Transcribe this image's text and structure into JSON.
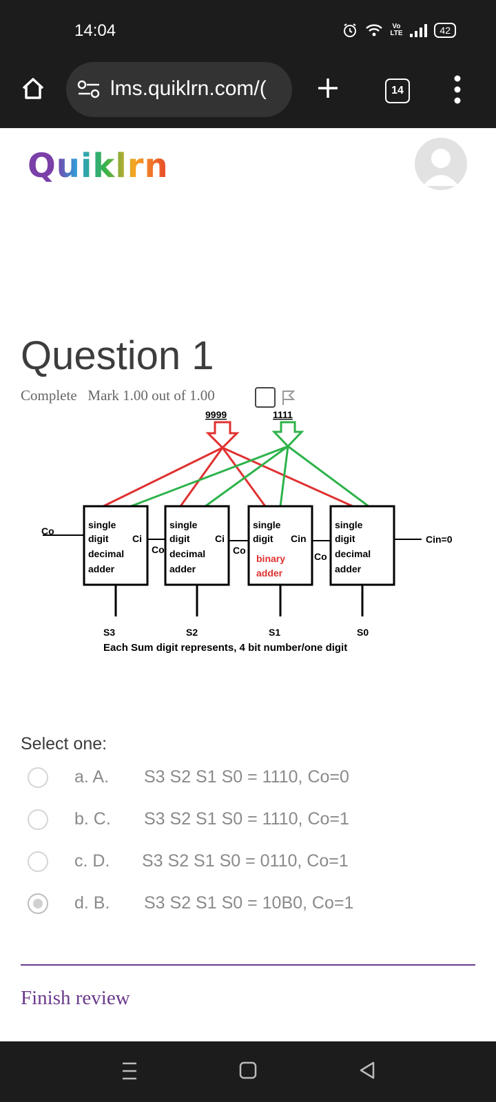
{
  "status_bar": {
    "time": "14:04",
    "network": "Vo LTE",
    "battery": "42"
  },
  "browser": {
    "url": "lms.quiklrn.com/(",
    "tab_count": "14"
  },
  "site": {
    "logo": "Quiklrn"
  },
  "question": {
    "title": "Question 1",
    "state": "Complete",
    "mark": "Mark 1.00 out of 1.00"
  },
  "diagram": {
    "input_a": "9999",
    "input_b": "1111",
    "co_out": "Co",
    "cin": "Cin=0",
    "adders": [
      {
        "lines": [
          "single",
          "digit",
          "decimal",
          "adder"
        ],
        "carry_in": "Ci",
        "carry_out": "Co",
        "sum": "S3"
      },
      {
        "lines": [
          "single",
          "digit",
          "decimal",
          "adder"
        ],
        "carry_in": "Ci",
        "carry_out": "Co",
        "sum": "S2"
      },
      {
        "lines": [
          "single",
          "digit",
          "binary",
          "adder"
        ],
        "carry_in": "Cin",
        "carry_out": "Co",
        "sum": "S1"
      },
      {
        "lines": [
          "single",
          "digit",
          "decimal",
          "adder"
        ],
        "carry_in": "",
        "carry_out": "",
        "sum": "S0"
      }
    ],
    "caption": "Each Sum digit represents, 4 bit number/one digit",
    "colors": {
      "red": "#e03030",
      "green": "#2db34a"
    }
  },
  "answers": {
    "prompt": "Select one:",
    "options": [
      {
        "letter": "a. A.",
        "text": "S3 S2 S1 S0 = 1110, Co=0",
        "selected": false
      },
      {
        "letter": "b. C.",
        "text": "S3 S2 S1 S0 = 1110, Co=1",
        "selected": false
      },
      {
        "letter": "c. D.",
        "text": "S3 S2 S1 S0 = 0110, Co=1",
        "selected": false
      },
      {
        "letter": "d. B.",
        "text": "S3 S2 S1 S0 = 10B0, Co=1",
        "selected": true
      }
    ]
  },
  "footer": {
    "finish": "Finish review"
  },
  "colors": {
    "accent": "#6a3a8c",
    "bar": "#1c1c1c"
  }
}
